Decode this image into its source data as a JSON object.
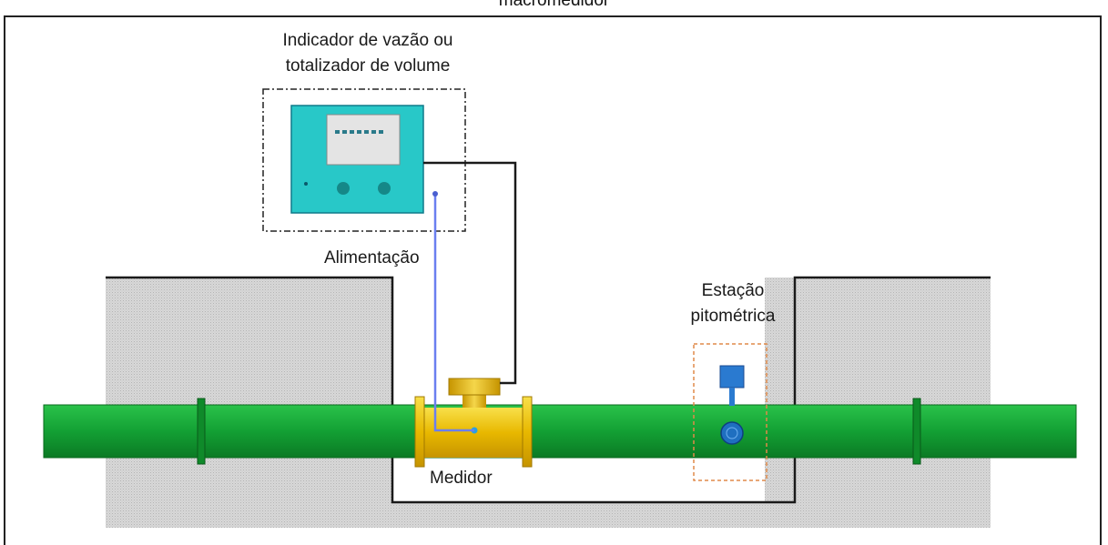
{
  "caption": "macromedidor",
  "labels": {
    "indicator_line1": "Indicador de vazão ou",
    "indicator_line2": "totalizador de volume",
    "power": "Alimentação",
    "meter": "Medidor",
    "station_line1": "Estação",
    "station_line2": "pitométrica"
  },
  "colors": {
    "pipe": "#13a034",
    "ground": "#d3d3d3",
    "meter_body": "#f0c800",
    "display_housing": "#28c8c8",
    "signal_cable": "#6a7ff0",
    "pitot_tap": "#1f6fc0",
    "station_outline": "#e08a4a"
  }
}
